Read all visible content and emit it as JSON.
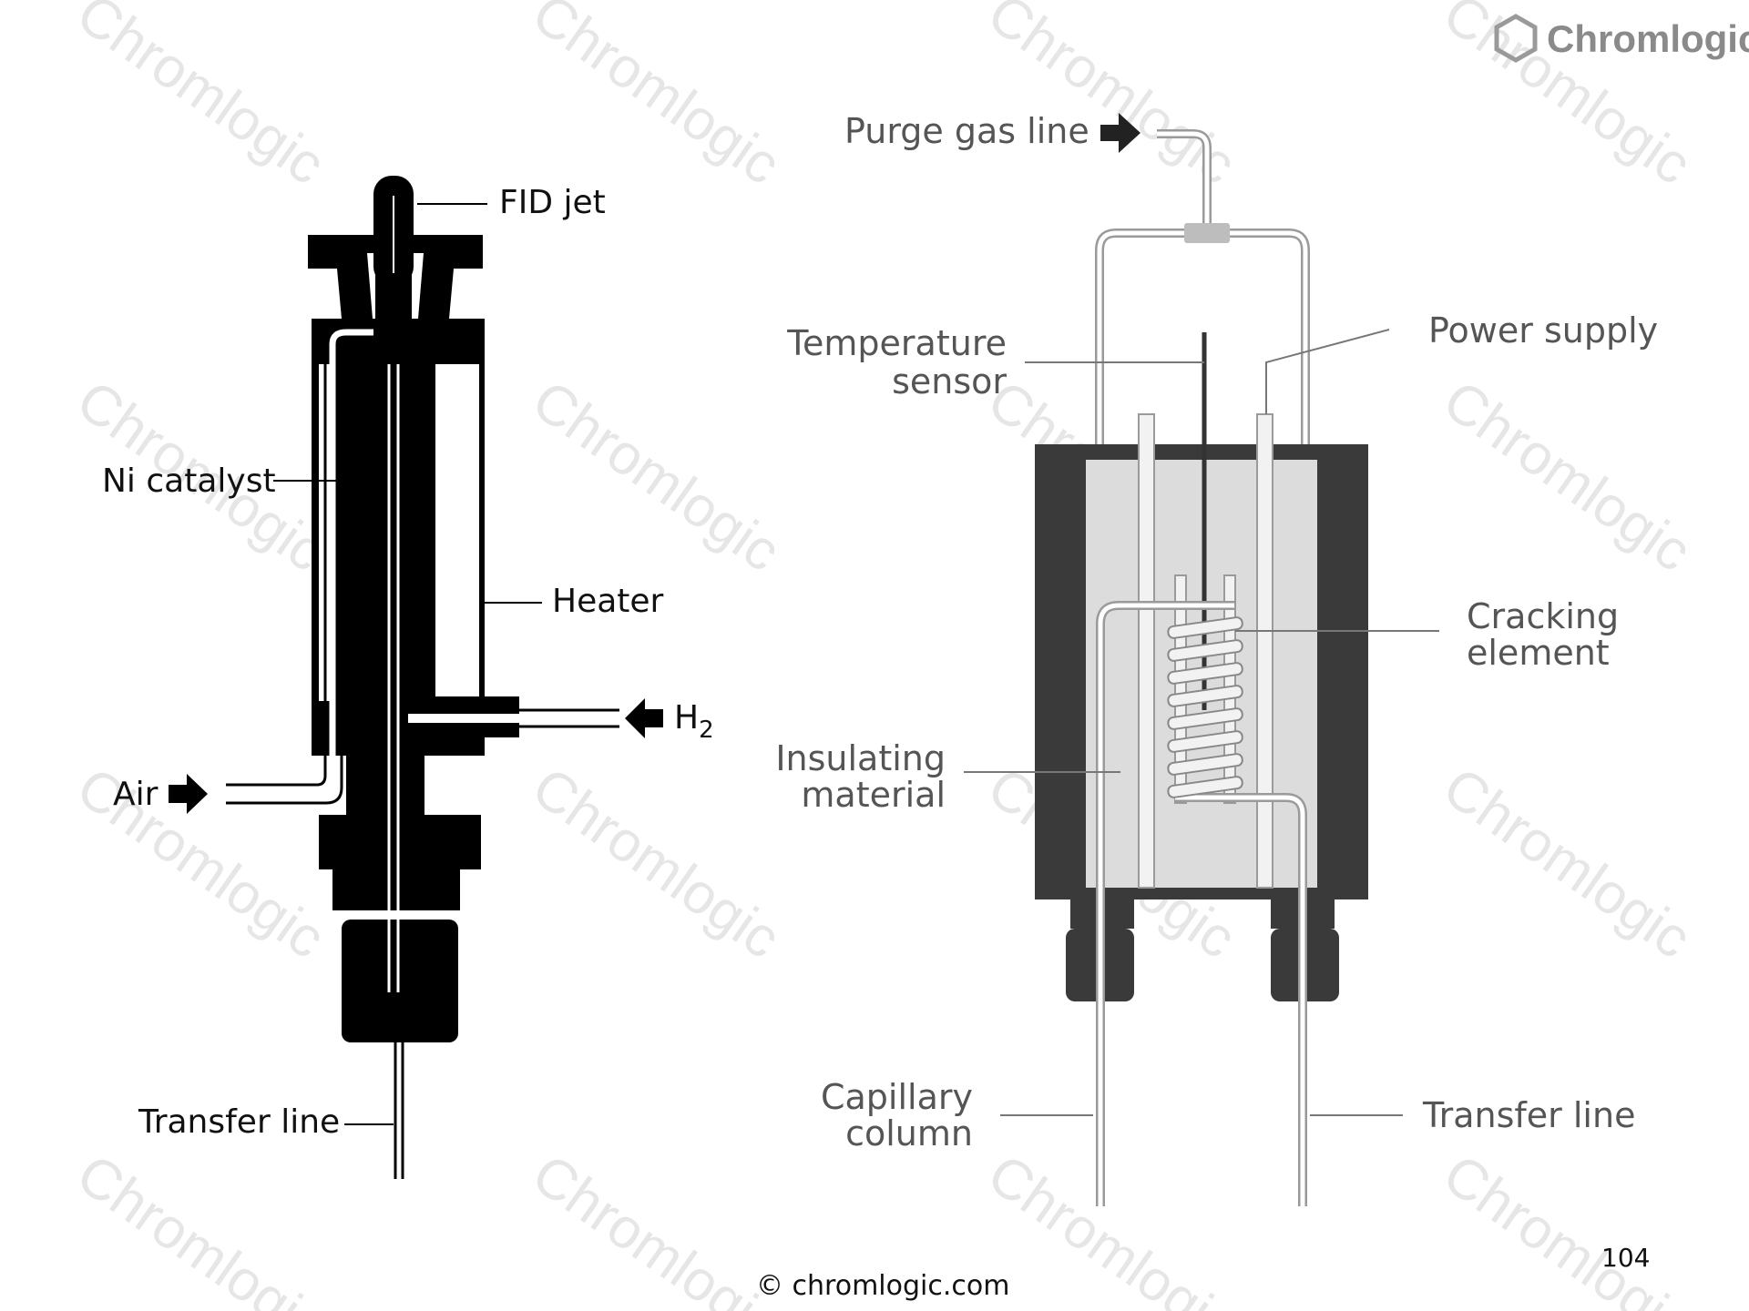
{
  "brand": {
    "name": "Chromlogic"
  },
  "watermark": {
    "text": "Chromlogic"
  },
  "left_diagram": {
    "labels": {
      "fid_jet": "FID jet",
      "ni_catalyst": "Ni catalyst",
      "heater": "Heater",
      "h2": "H",
      "h2_sub": "2",
      "air": "Air",
      "transfer_line": "Transfer line"
    }
  },
  "right_diagram": {
    "labels": {
      "purge_gas_line": "Purge gas line",
      "temperature_line1": "Temperature",
      "temperature_line2": "sensor",
      "power_supply": "Power supply",
      "cracking_line1": "Cracking",
      "cracking_line2": "element",
      "insulating_line1": "Insulating",
      "insulating_line2": "material",
      "capillary_line1": "Capillary",
      "capillary_line2": "column",
      "transfer_line": "Transfer line"
    }
  },
  "footer": {
    "copyright": "© chromlogic.com",
    "page_number": "104"
  },
  "colors": {
    "left_ink": "#000000",
    "right_body": "#3a3a3a",
    "right_core": "#e0e0e0",
    "right_pipe": "#bdbdbd"
  }
}
